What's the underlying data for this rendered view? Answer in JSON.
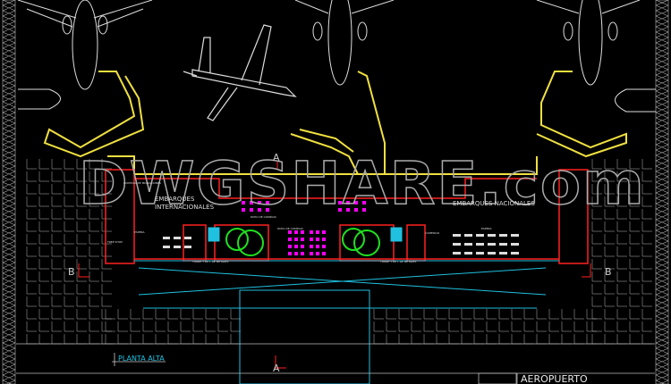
{
  "drawing": {
    "watermark": "DWGSHARE.com",
    "zone_international": [
      "EMBARQUES",
      "INTERNACIONALES"
    ],
    "zone_national": "EMBARQUES NACIONALES",
    "plan_title": "PLANTA ALTA",
    "title_block": "AEROPUERTO",
    "section_a": "A",
    "section_b": "B",
    "labels": {
      "migration": "CONTROL DE MIGRACIONES",
      "food_court": "PATIO DE COMIDAS",
      "waiting": "ESPERA",
      "free_shop": "FREE SHOP",
      "commerce": "COMERCIO",
      "metal_detector": "TORRE Y DET. DE METALES"
    },
    "colors": {
      "background": "#000000",
      "walls": "#ff2020",
      "jetway": "#f0e040",
      "seating": "#ff00ff",
      "fountain": "#20e020",
      "cyan": "#20c0e0",
      "grid": "#c8c8c8"
    }
  }
}
